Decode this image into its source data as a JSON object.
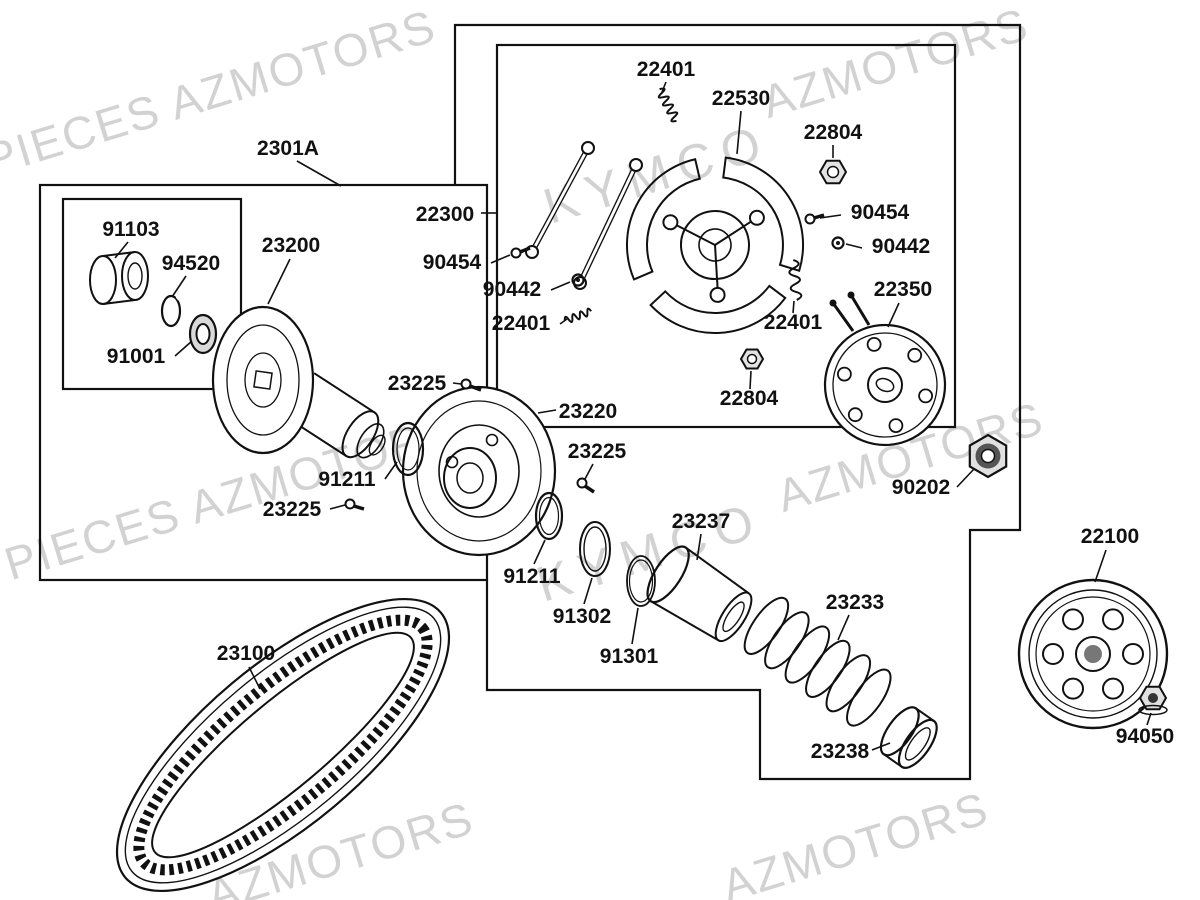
{
  "colors": {
    "ink": "#111111",
    "watermark": "#d2d2d2",
    "background": "#ffffff"
  },
  "diagram": {
    "watermarks": {
      "pieces": "PIECES AZMOTORS",
      "kymco": "KYMCO",
      "azmotors": "AZMOTORS"
    },
    "labels": {
      "l2301A": "2301A",
      "l22401_top": "22401",
      "l22530": "22530",
      "l22804_top": "22804",
      "l90454_right": "90454",
      "l90442_right": "90442",
      "l22300": "22300",
      "l90454_left": "90454",
      "l90442_left": "90442",
      "l22401_left": "22401",
      "l22401_right": "22401",
      "l22350": "22350",
      "l22804_bottom": "22804",
      "l23200": "23200",
      "l91103": "91103",
      "l94520": "94520",
      "l91001": "91001",
      "l23225_a": "23225",
      "l23220": "23220",
      "l23225_b": "23225",
      "l23225_c": "23225",
      "l91211_a": "91211",
      "l91211_b": "91211",
      "l91302": "91302",
      "l91301": "91301",
      "l23237": "23237",
      "l23233": "23233",
      "l90202": "90202",
      "l22100": "22100",
      "l94050": "94050",
      "l23238": "23238",
      "l23100": "23100"
    }
  }
}
